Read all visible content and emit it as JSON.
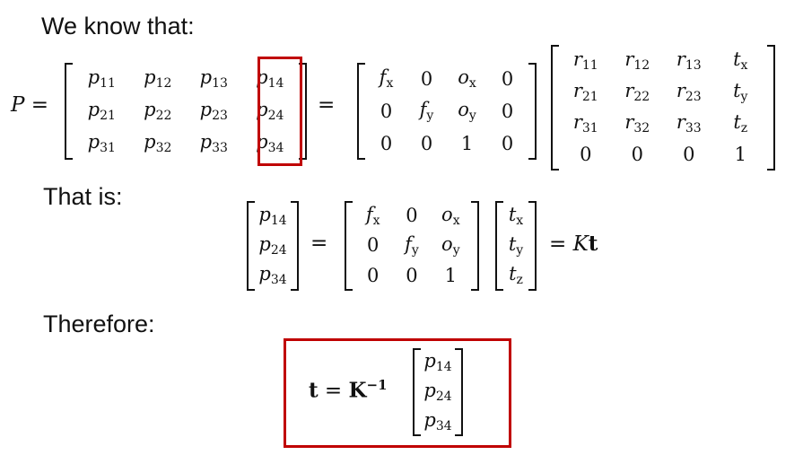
{
  "headings": {
    "h1": "We know that:",
    "h2": "That is:",
    "h3": "Therefore:"
  },
  "eq1": {
    "lhs": "P =",
    "eq": "="
  },
  "P": [
    [
      "p11",
      "p12",
      "p13",
      "p14"
    ],
    [
      "p21",
      "p22",
      "p23",
      "p24"
    ],
    [
      "p31",
      "p32",
      "p33",
      "p34"
    ]
  ],
  "K34": [
    [
      "fx",
      "0",
      "ox",
      "0"
    ],
    [
      "0",
      "fy",
      "oy",
      "0"
    ],
    [
      "0",
      "0",
      "1",
      "0"
    ]
  ],
  "RT": [
    [
      "r11",
      "r12",
      "r13",
      "tx"
    ],
    [
      "r21",
      "r22",
      "r23",
      "ty"
    ],
    [
      "r31",
      "r32",
      "r33",
      "tz"
    ],
    [
      "0",
      "0",
      "0",
      "1"
    ]
  ],
  "eq2": {
    "eq": "=",
    "rhs": "= Kt"
  },
  "pcol": [
    "p14",
    "p24",
    "p34"
  ],
  "K33": [
    [
      "fx",
      "0",
      "ox"
    ],
    [
      "0",
      "fy",
      "oy"
    ],
    [
      "0",
      "0",
      "1"
    ]
  ],
  "tvec": [
    "tx",
    "ty",
    "tz"
  ],
  "result": {
    "lhs": "t = K",
    "exp": "−1"
  },
  "colors": {
    "highlight": "#c00000"
  }
}
